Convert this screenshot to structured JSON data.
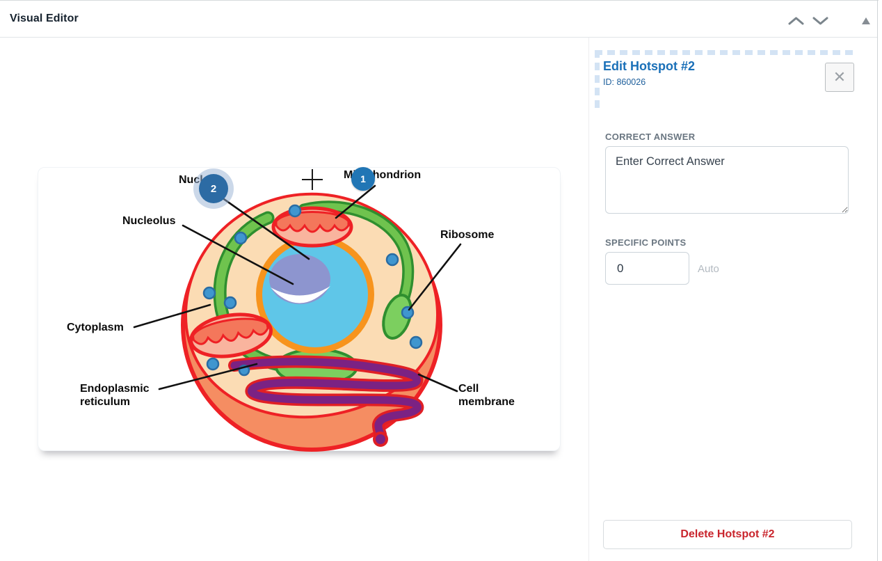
{
  "header": {
    "title": "Visual Editor"
  },
  "icons": {
    "close": "✕"
  },
  "panel": {
    "title": "Edit Hotspot #2",
    "id_text": "ID: 860026",
    "correct_answer_label": "CORRECT ANSWER",
    "correct_answer_placeholder": "Enter Correct Answer",
    "specific_points_label": "SPECIFIC POINTS",
    "specific_points_value": "0",
    "auto_label": "Auto",
    "delete_button_label": "Delete Hotspot #2"
  },
  "diagram": {
    "labels": [
      {
        "text": "Nucleus"
      },
      {
        "text": "Mitochondrion"
      },
      {
        "text": "Nucleolus"
      },
      {
        "text": "Ribosome"
      },
      {
        "text": "Cytoplasm"
      },
      {
        "text": "Endoplasmic\nreticulum"
      },
      {
        "text": "Cell\nmembrane"
      }
    ],
    "hotspots": [
      {
        "number": "1",
        "selected": false
      },
      {
        "number": "2",
        "selected": true
      }
    ]
  },
  "colors": {
    "accent_blue": "#1a70b8",
    "hotspot_blue": "#2176b5",
    "delete_red": "#c9252d",
    "membrane_red": "#ee2125",
    "cytoplasm_peach": "#fbdcb4",
    "selection_dash_blue": "#d3e3f4"
  }
}
